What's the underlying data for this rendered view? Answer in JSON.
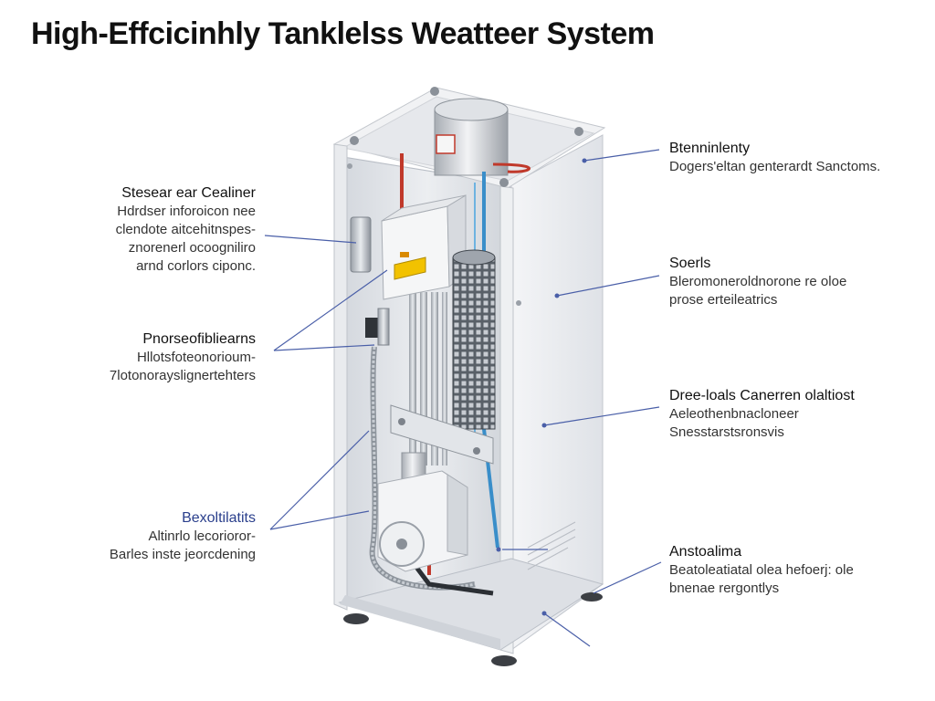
{
  "title": "High-Effcicinhly Tanklelss Weatteer System",
  "callouts_left": [
    {
      "head": "Stesear ear Cealiner",
      "lines": [
        "Hdrdser inforoicon nee",
        "clendote aitcehitnspes-",
        "znorenerl ocoogniliro",
        "arnd corlors ciponc."
      ]
    },
    {
      "head": "Pnorseofibliearns",
      "lines": [
        "Hllotsfoteonorioum-",
        "7lotonorayslignertehters"
      ]
    },
    {
      "head": "Bexoltilatits",
      "lines": [
        "Altinrlo lecorioror-",
        "Barles inste jeorcdening"
      ]
    }
  ],
  "callouts_right": [
    {
      "head": "Btenninlenty",
      "lines": [
        "Dogers'eltan genterardt Sanctoms."
      ]
    },
    {
      "head": "Soerls",
      "lines": [
        "Bleromoneroldnorone re oloe",
        "prose erteileatrics"
      ]
    },
    {
      "head": "Dree-loals Canerren olaltiost",
      "lines": [
        "Aeleothenbnacloneer",
        "Snesstarstsronsvis"
      ]
    },
    {
      "head": "Anstoalima",
      "lines": [
        "Beatoleatiatal olea hefoerj: ole",
        "bnenae rergontlys"
      ]
    }
  ],
  "colors": {
    "leader": "#4a5fa8",
    "cabinet": "#eef0f3",
    "pipe_red": "#c0392b",
    "pipe_blue": "#3a8ec9"
  }
}
